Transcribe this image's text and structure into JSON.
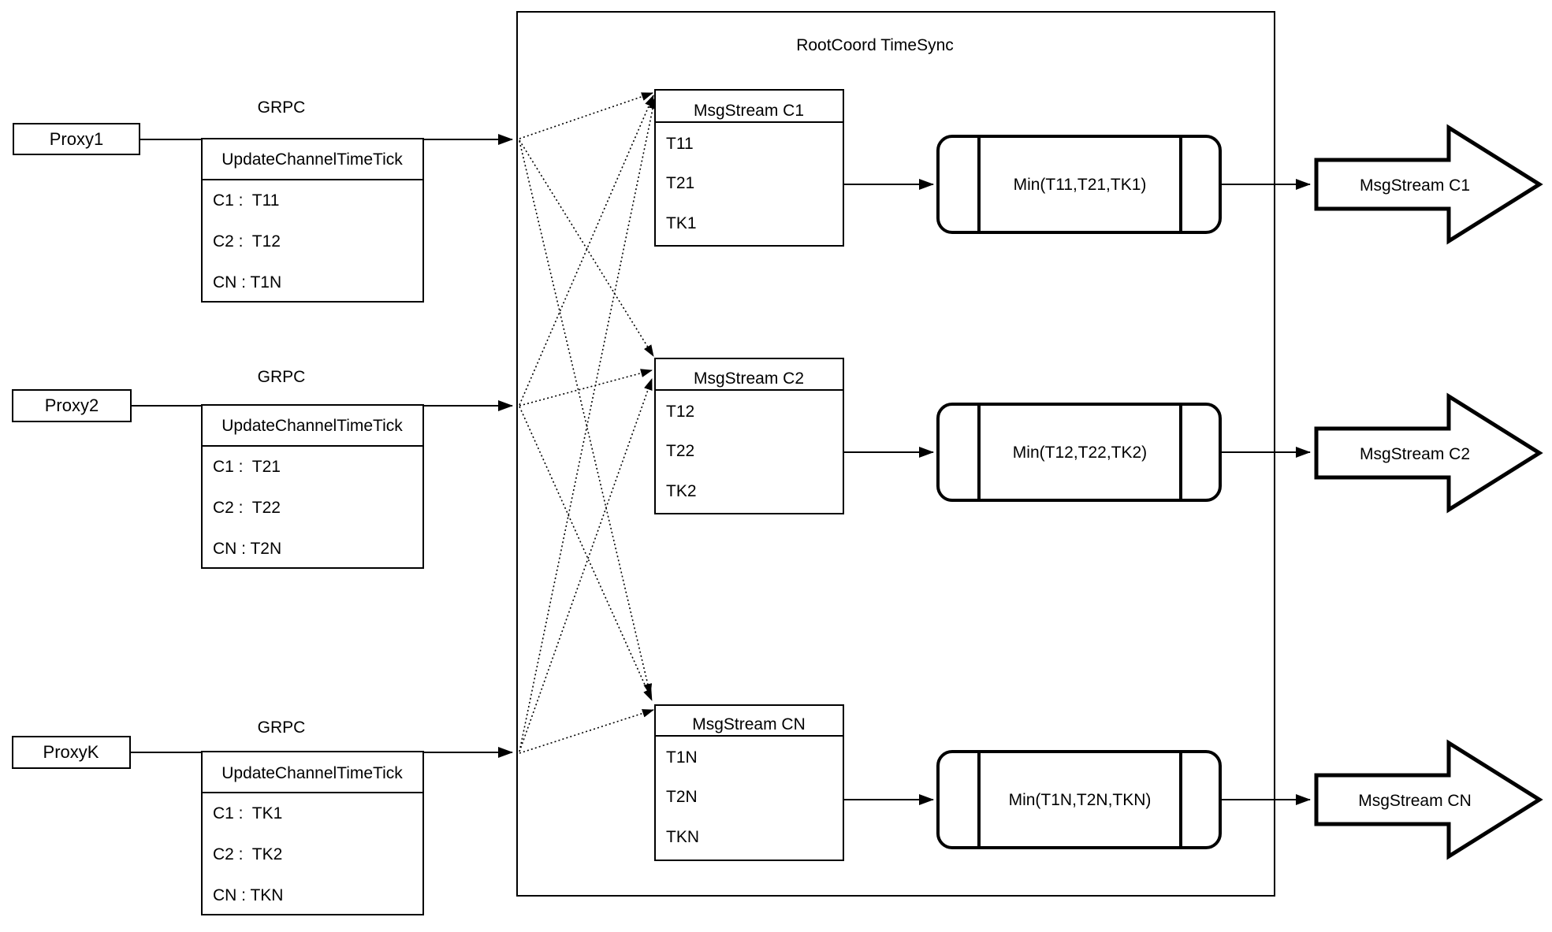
{
  "rootcoord": {
    "title": "RootCoord TimeSync"
  },
  "proxies": [
    {
      "label": "Proxy1",
      "protocol": "GRPC",
      "message": {
        "title": "UpdateChannelTimeTick",
        "rows": [
          "C1 :  T11",
          "C2 :  T12",
          "CN : T1N"
        ]
      }
    },
    {
      "label": "Proxy2",
      "protocol": "GRPC",
      "message": {
        "title": "UpdateChannelTimeTick",
        "rows": [
          "C1 :  T21",
          "C2 :  T22",
          "CN : T2N"
        ]
      }
    },
    {
      "label": "ProxyK",
      "protocol": "GRPC",
      "message": {
        "title": "UpdateChannelTimeTick",
        "rows": [
          "C1 :  TK1",
          "C2 :  TK2",
          "CN : TKN"
        ]
      }
    }
  ],
  "streams": [
    {
      "title": "MsgStream C1",
      "ticks": [
        "T11",
        "T21",
        "TK1"
      ],
      "min": "Min(T11,T21,TK1)",
      "output": "MsgStream C1"
    },
    {
      "title": "MsgStream C2",
      "ticks": [
        "T12",
        "T22",
        "TK2"
      ],
      "min": "Min(T12,T22,TK2)",
      "output": "MsgStream C2"
    },
    {
      "title": "MsgStream CN",
      "ticks": [
        "T1N",
        "T2N",
        "TKN"
      ],
      "min": "Min(T1N,T2N,TKN)",
      "output": "MsgStream CN"
    }
  ],
  "colors": {
    "line": "#000000",
    "background": "#ffffff"
  }
}
